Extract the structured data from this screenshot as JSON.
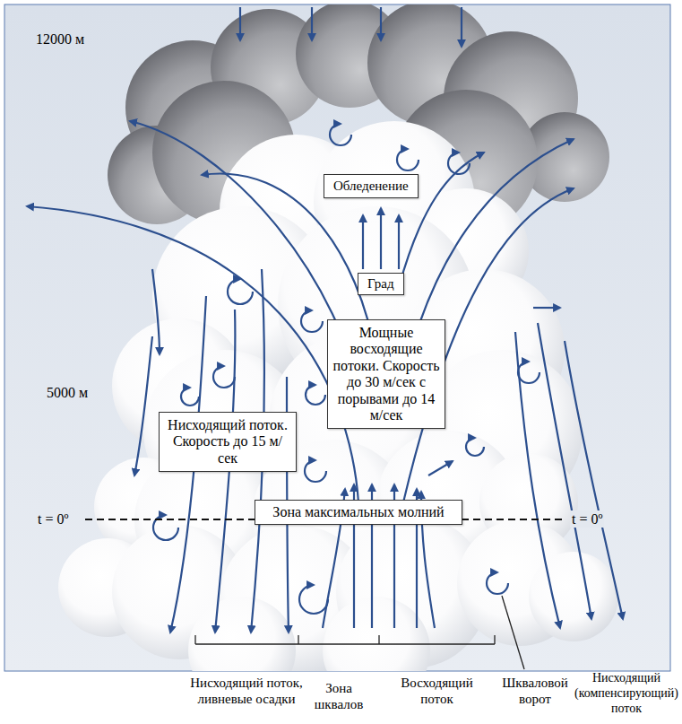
{
  "diagram": {
    "nodes": [
      {
        "text": [
          "Обледенение"
        ]
      },
      {
        "text": [
          "Град"
        ]
      },
      {
        "text": [
          "Мощные восходящие потоки. Скорость до 30 м/сек с порывами до 14 м/сек"
        ]
      },
      {
        "text": [
          "Нисходящий поток. Скорость до 15 м/сек"
        ]
      },
      {
        "text": [
          "Зона максимальных молний"
        ]
      }
    ],
    "labels": [
      "12000 м",
      "5000 м",
      "t = 0º",
      "t = 0º",
      "Нисходящий поток, ливневые осадки",
      "Зона шквалов",
      "Восходящий поток",
      "Шкваловой ворот",
      "Нисходящий (компенсирующий) поток"
    ]
  }
}
